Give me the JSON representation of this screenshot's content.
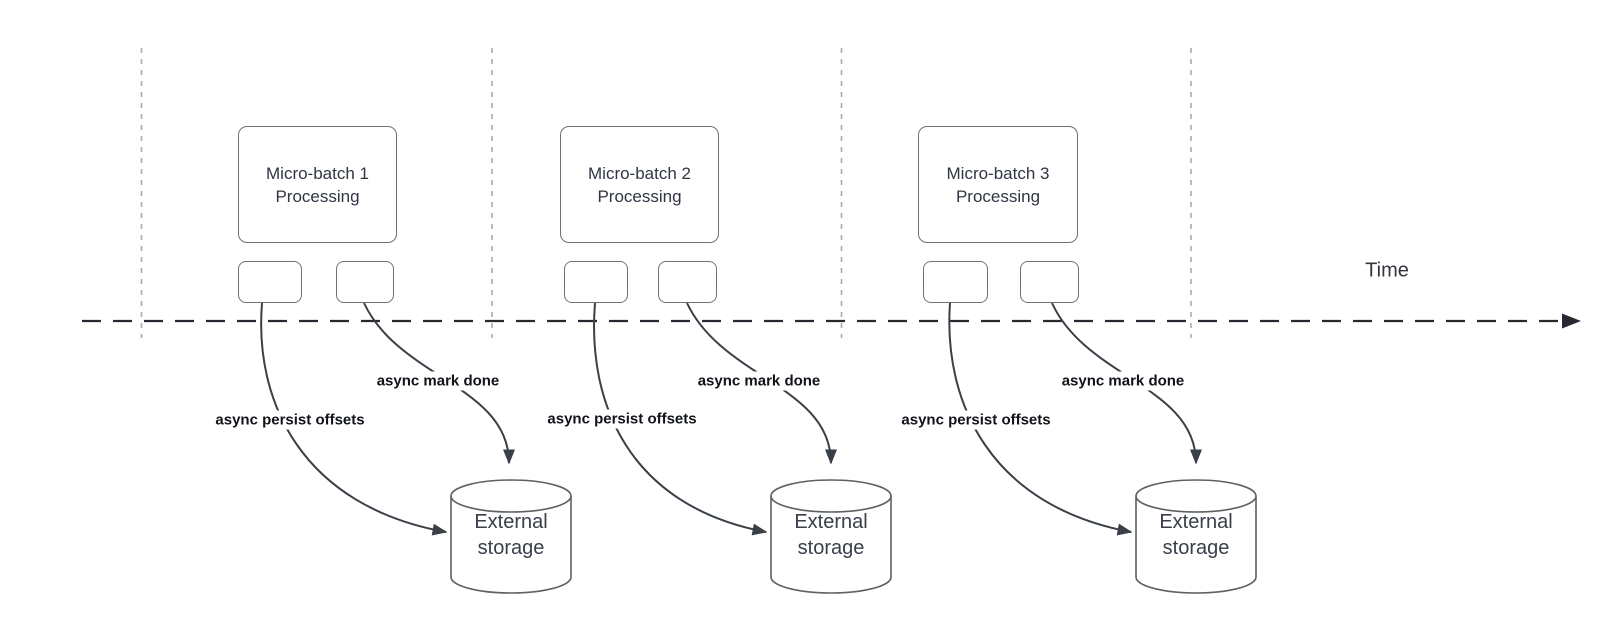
{
  "diagram": {
    "time_axis_label": "Time",
    "colors": {
      "background": "#ffffff",
      "timeline": "#262a30",
      "guide_line": "#ababab",
      "shape_border": "#6d7278",
      "curve": "#3a4047",
      "edge_label_text": "#101318",
      "shape_text": "#2f3542"
    },
    "batches": [
      {
        "box_line1": "Micro-batch 1",
        "box_line2": "Processing",
        "persist_label": "async persist offsets",
        "done_label": "async mark done",
        "storage_line1": "External",
        "storage_line2": "storage"
      },
      {
        "box_line1": "Micro-batch 2",
        "box_line2": "Processing",
        "persist_label": "async persist offsets",
        "done_label": "async mark done",
        "storage_line1": "External",
        "storage_line2": "storage"
      },
      {
        "box_line1": "Micro-batch 3",
        "box_line2": "Processing",
        "persist_label": "async persist offsets",
        "done_label": "async mark done",
        "storage_line1": "External",
        "storage_line2": "storage"
      }
    ]
  }
}
